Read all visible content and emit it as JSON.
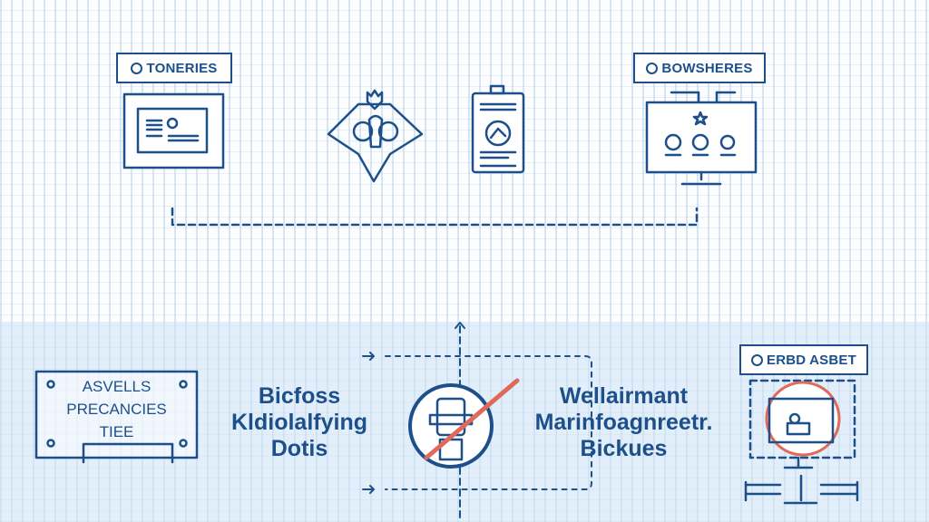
{
  "top": {
    "left_label": "TONERIES",
    "right_label": "BOWSHERES"
  },
  "bottom": {
    "left_box_lines": [
      "ASVELLS",
      "PRECANCIES",
      "TIEE"
    ],
    "center_left_lines": [
      "Bicfoss",
      "Kldiolalfying",
      "Dotis"
    ],
    "center_right_lines": [
      "Wellairmant",
      "Marinfoagnreetr.",
      "Bickues"
    ],
    "right_label": "ERBD ASBET"
  },
  "colors": {
    "primary": "#1d4f8a",
    "accent": "#e06a5a",
    "band": "#dcebf7"
  }
}
